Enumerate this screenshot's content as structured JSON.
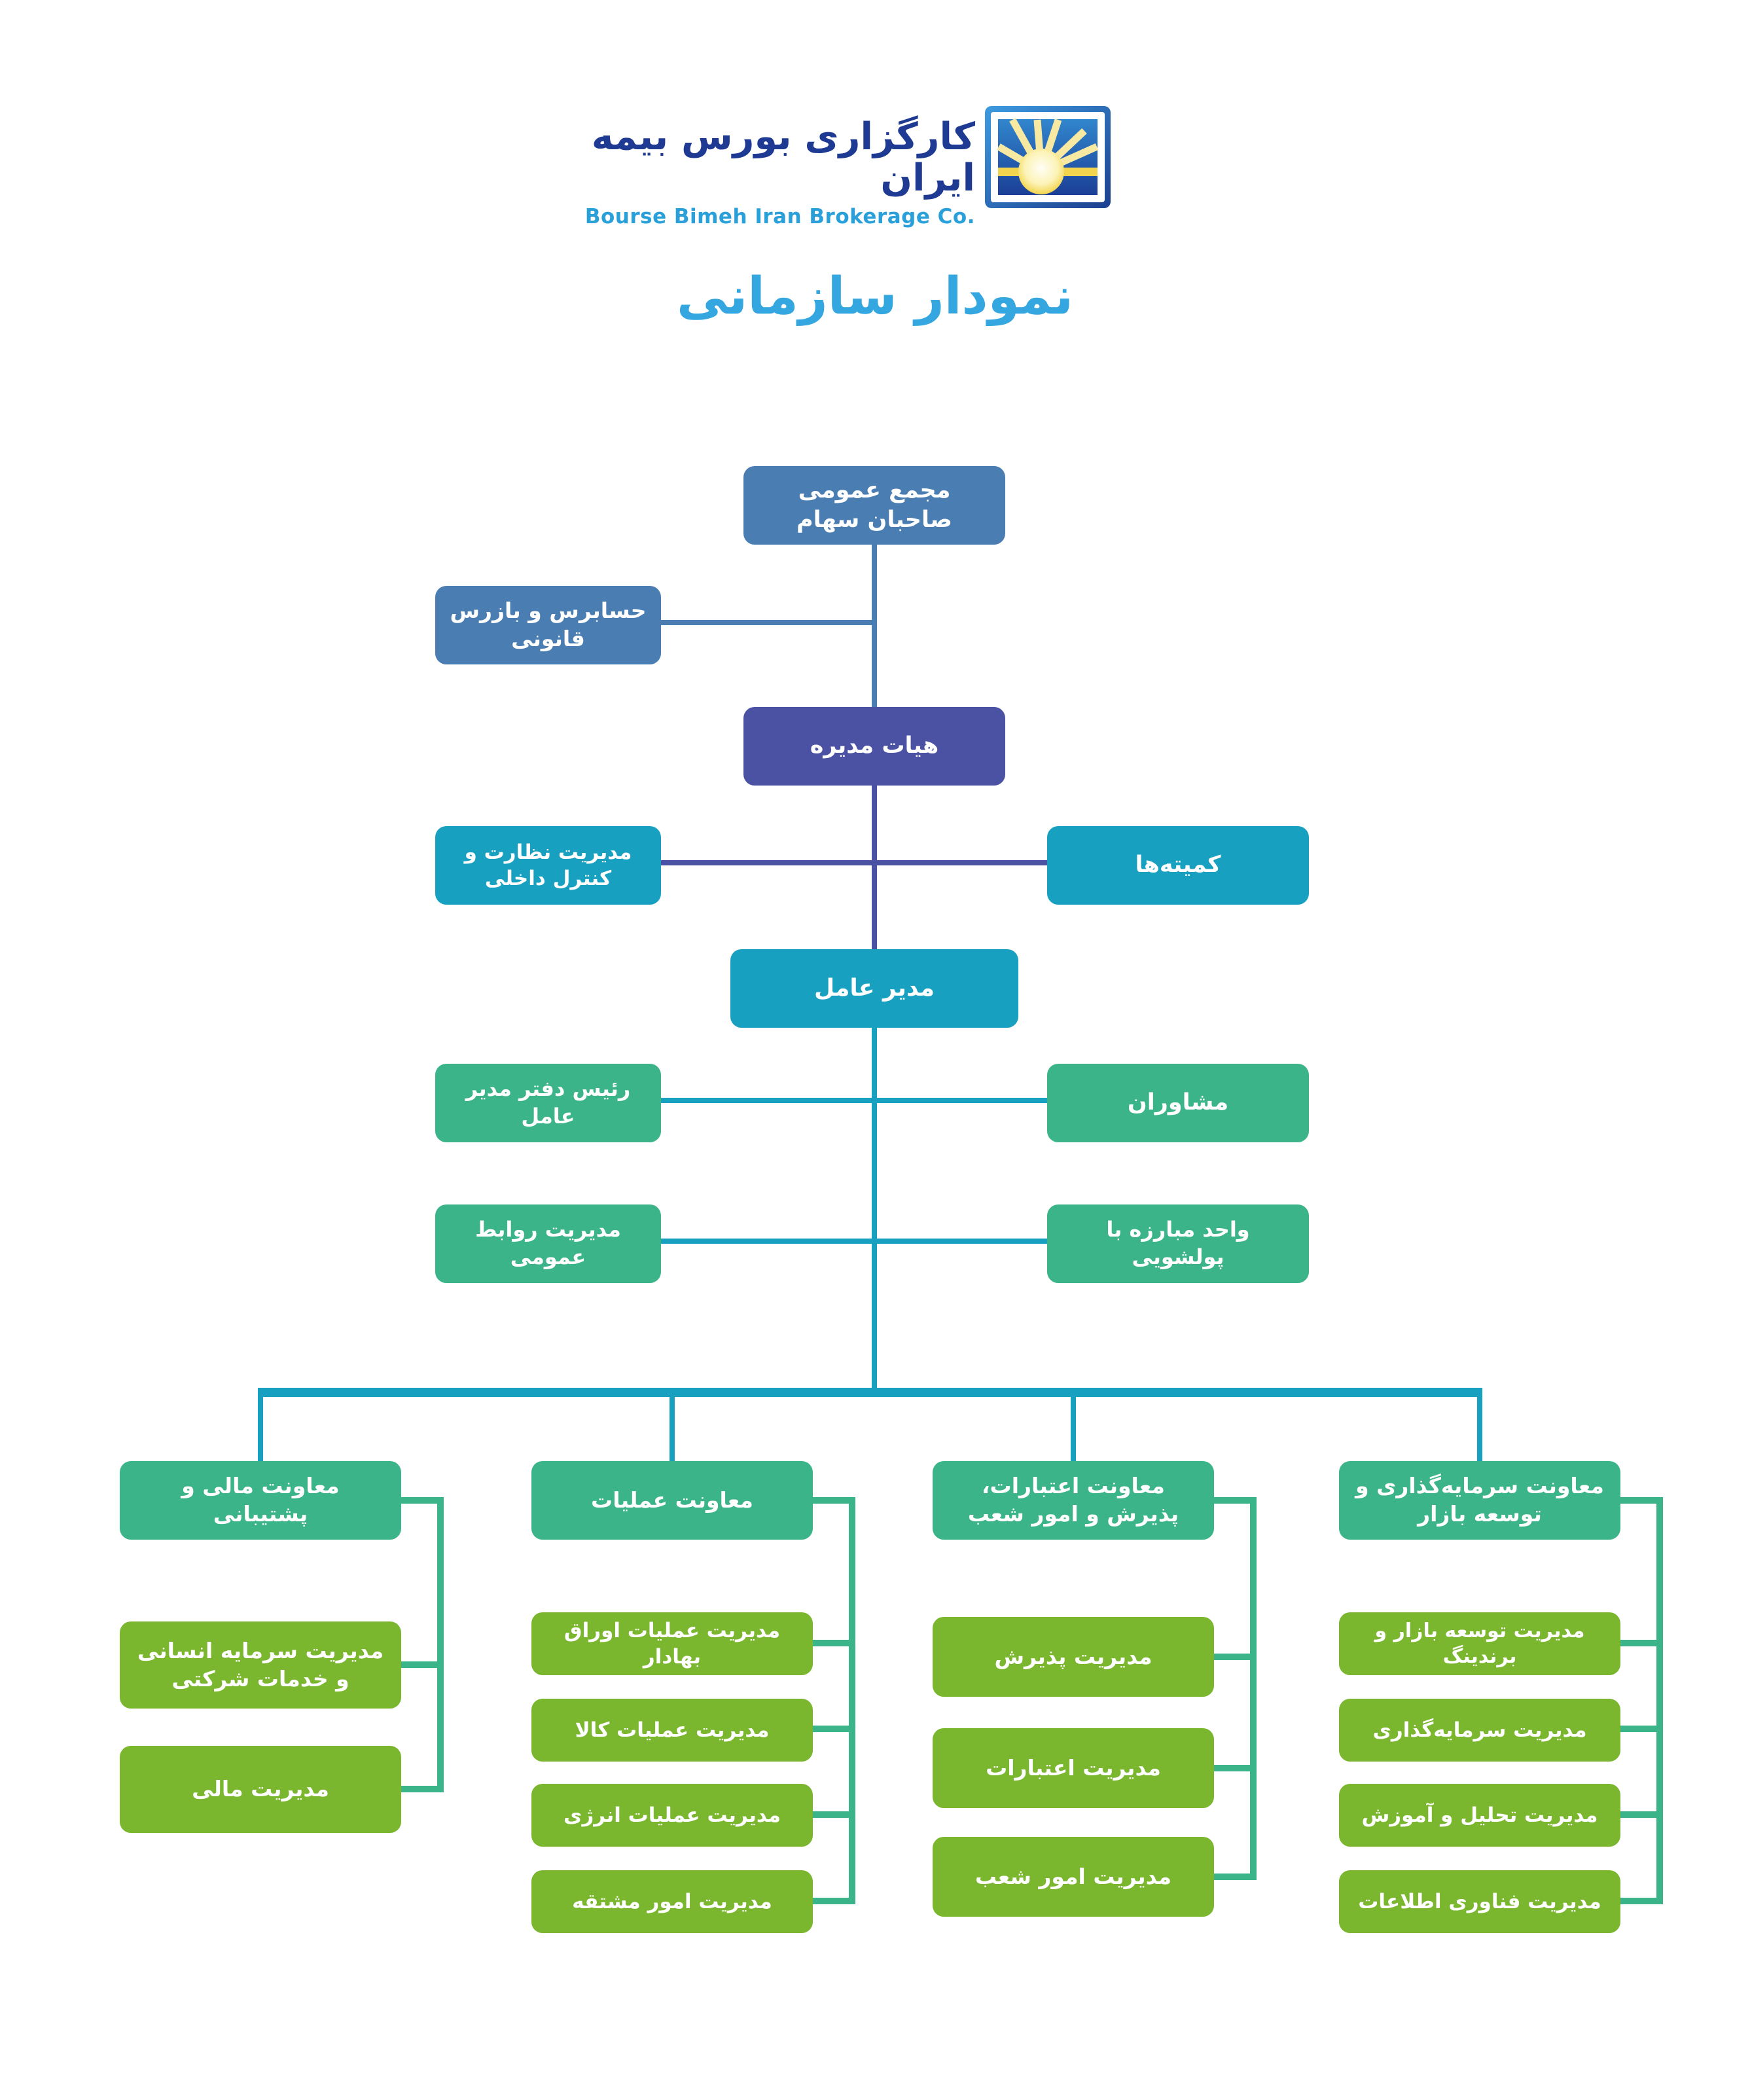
{
  "brand": {
    "name_fa": "کارگزاری بورس بیمه ایران",
    "name_en": "Bourse Bimeh Iran Brokerage Co.",
    "logo_icon": "sun-rays-logo"
  },
  "page_title": "نمودار سازمانی",
  "colors": {
    "steel_blue": "#4a7eb2",
    "indigo": "#4b52a3",
    "cyan": "#17a0c0",
    "green": "#3bb489",
    "light_green": "#7ab62e",
    "title_blue": "#35a7e0",
    "brand_navy": "#1e3a92",
    "brand_blue": "#2aa0da"
  },
  "org": {
    "assembly": "مجمع عمومی صاحبان سهام",
    "auditor": "حسابرس و بازرس قانونی",
    "board": "هیات مدیره",
    "internal_control": "مدیریت نظارت و کنترل داخلی",
    "committees": "کمیته‌ها",
    "ceo": "مدیر عامل",
    "ceo_office_head": "رئیس دفتر مدیر عامل",
    "advisors": "مشاوران",
    "public_relations": "مدیریت روابط عمومی",
    "aml_unit": "واحد مبارزه با پولشویی",
    "branches": [
      {
        "label": "معاونت مالی و پشتیبانی",
        "children": [
          "مدیریت سرمایه انسانی و خدمات شرکتی",
          "مدیریت مالی"
        ]
      },
      {
        "label": "معاونت عملیات",
        "children": [
          "مدیریت عملیات اوراق بهادار",
          "مدیریت عملیات کالا",
          "مدیریت عملیات انرژی",
          "مدیریت امور مشتقه"
        ]
      },
      {
        "label": "معاونت اعتبارات، پذیرش و امور شعب",
        "children": [
          "مدیریت پذیرش",
          "مدیریت اعتبارات",
          "مدیریت امور شعب"
        ]
      },
      {
        "label": "معاونت سرمایه‌گذاری و توسعه بازار",
        "children": [
          "مدیریت توسعه بازار و برندینگ",
          "مدیریت سرمایه‌گذاری",
          "مدیریت تحلیل و آموزش",
          "مدیریت فناوری اطلاعات"
        ]
      }
    ]
  }
}
